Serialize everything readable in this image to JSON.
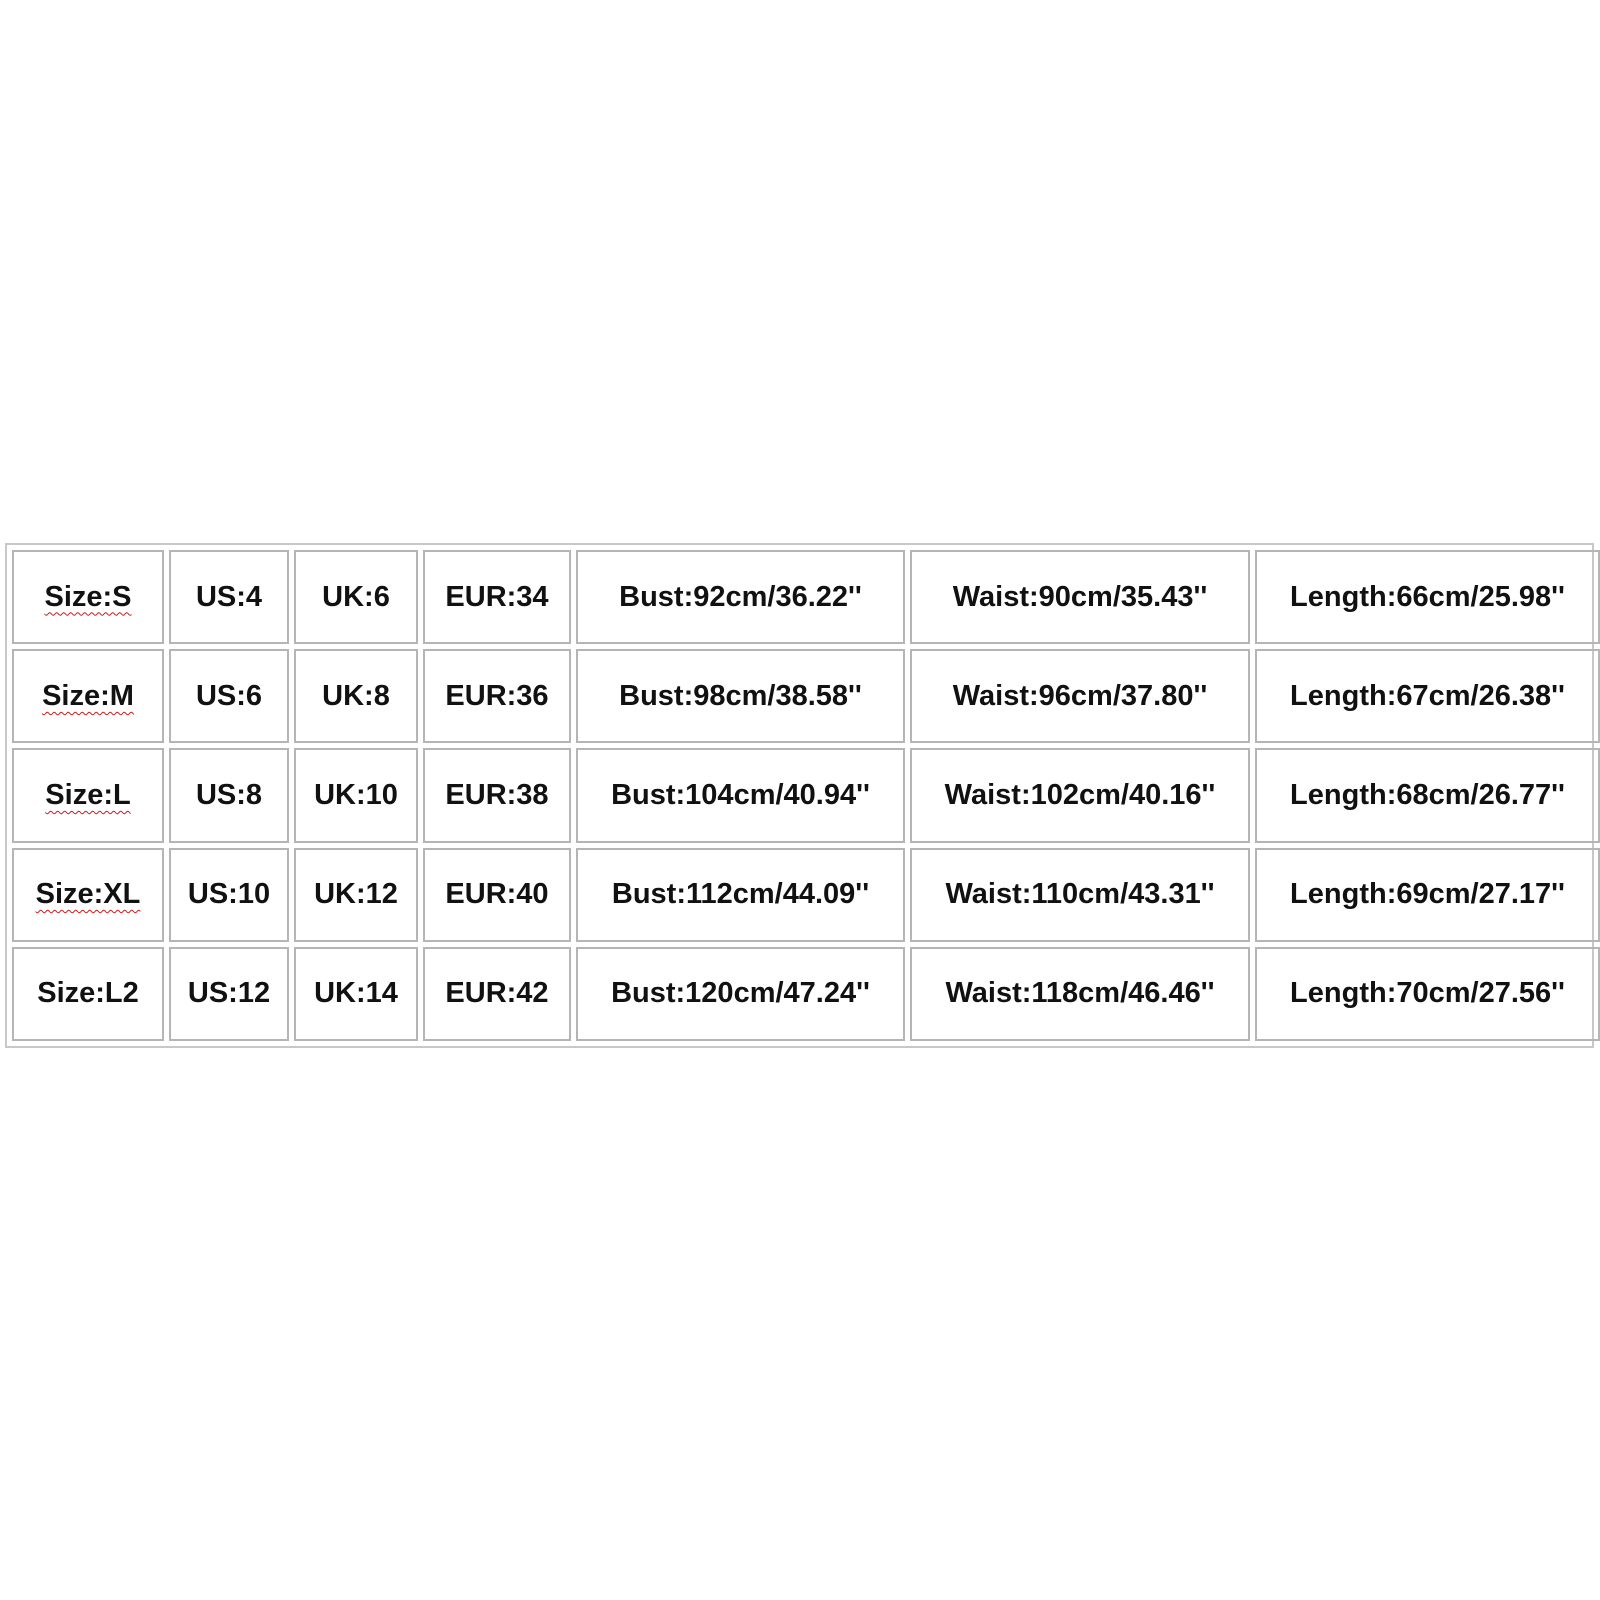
{
  "size_chart": {
    "rows": [
      {
        "size": "Size:S",
        "size_misspelled": true,
        "us": "US:4",
        "uk": "UK:6",
        "eur": "EUR:34",
        "bust": "Bust:92cm/36.22''",
        "waist": "Waist:90cm/35.43''",
        "length": "Length:66cm/25.98''"
      },
      {
        "size": "Size:M",
        "size_misspelled": true,
        "us": "US:6",
        "uk": "UK:8",
        "eur": "EUR:36",
        "bust": "Bust:98cm/38.58''",
        "waist": "Waist:96cm/37.80''",
        "length": "Length:67cm/26.38''"
      },
      {
        "size": "Size:L",
        "size_misspelled": true,
        "us": "US:8",
        "uk": "UK:10",
        "eur": "EUR:38",
        "bust": "Bust:104cm/40.94''",
        "waist": "Waist:102cm/40.16''",
        "length": "Length:68cm/26.77''"
      },
      {
        "size": "Size:XL",
        "size_misspelled": true,
        "us": "US:10",
        "uk": "UK:12",
        "eur": "EUR:40",
        "bust": "Bust:112cm/44.09''",
        "waist": "Waist:110cm/43.31''",
        "length": "Length:69cm/27.17''"
      },
      {
        "size": "Size:L2",
        "size_misspelled": false,
        "us": "US:12",
        "uk": "UK:14",
        "eur": "EUR:42",
        "bust": "Bust:120cm/47.24''",
        "waist": "Waist:118cm/46.46''",
        "length": "Length:70cm/27.56''"
      }
    ]
  },
  "colors": {
    "text": "#111111",
    "cell_border": "#b5b5b5",
    "outer_border": "#c8c8c8",
    "spellcheck_underline": "#d01818"
  }
}
